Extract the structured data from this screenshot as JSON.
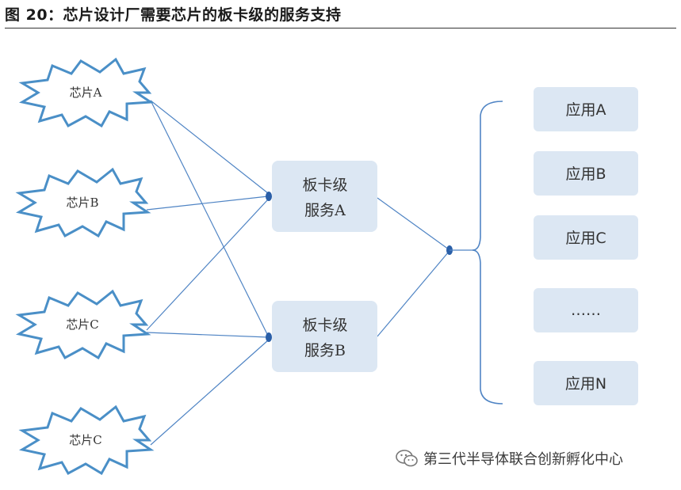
{
  "title": "图 20：芯片设计厂需要芯片的板卡级的服务支持",
  "chips": [
    "芯片A",
    "芯片B",
    "芯片C",
    "芯片C"
  ],
  "boards": [
    {
      "line1": "板卡级",
      "line2": "服务A"
    },
    {
      "line1": "板卡级",
      "line2": "服务B"
    }
  ],
  "apps": [
    "应用A",
    "应用B",
    "应用C",
    "……",
    "应用N"
  ],
  "watermark": "第三代半导体联合创新孵化中心",
  "colors": {
    "box_fill": "#dce7f3",
    "chip_stroke": "#4a8fc7",
    "line": "#4f84c4",
    "node": "#2a5fa8"
  }
}
